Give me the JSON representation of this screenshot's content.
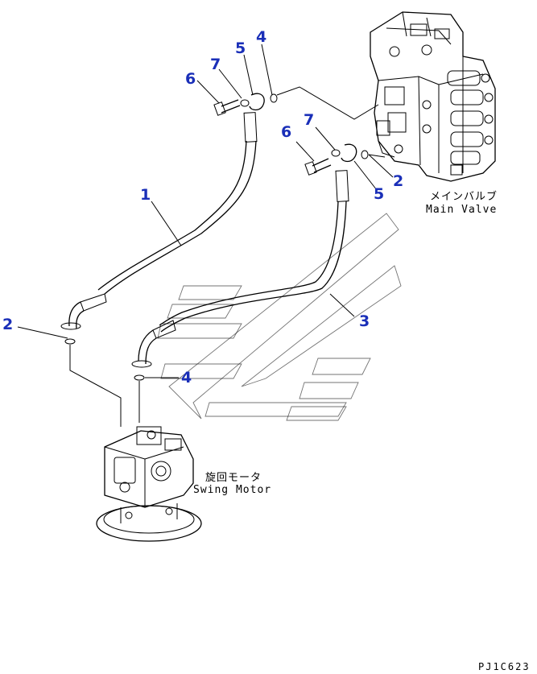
{
  "callouts": {
    "c1": "1",
    "c2_left": "2",
    "c2_right": "2",
    "c3": "3",
    "c4_top": "4",
    "c4_bottom": "4",
    "c5_top": "5",
    "c5_right": "5",
    "c6_top": "6",
    "c6_right": "6",
    "c7_top": "7",
    "c7_right": "7"
  },
  "labels": {
    "main_valve_jp": "メインバルブ",
    "main_valve_en": "Main Valve",
    "swing_motor_jp": "旋回モータ",
    "swing_motor_en": "Swing Motor"
  },
  "figure_code": "PJ1C623"
}
